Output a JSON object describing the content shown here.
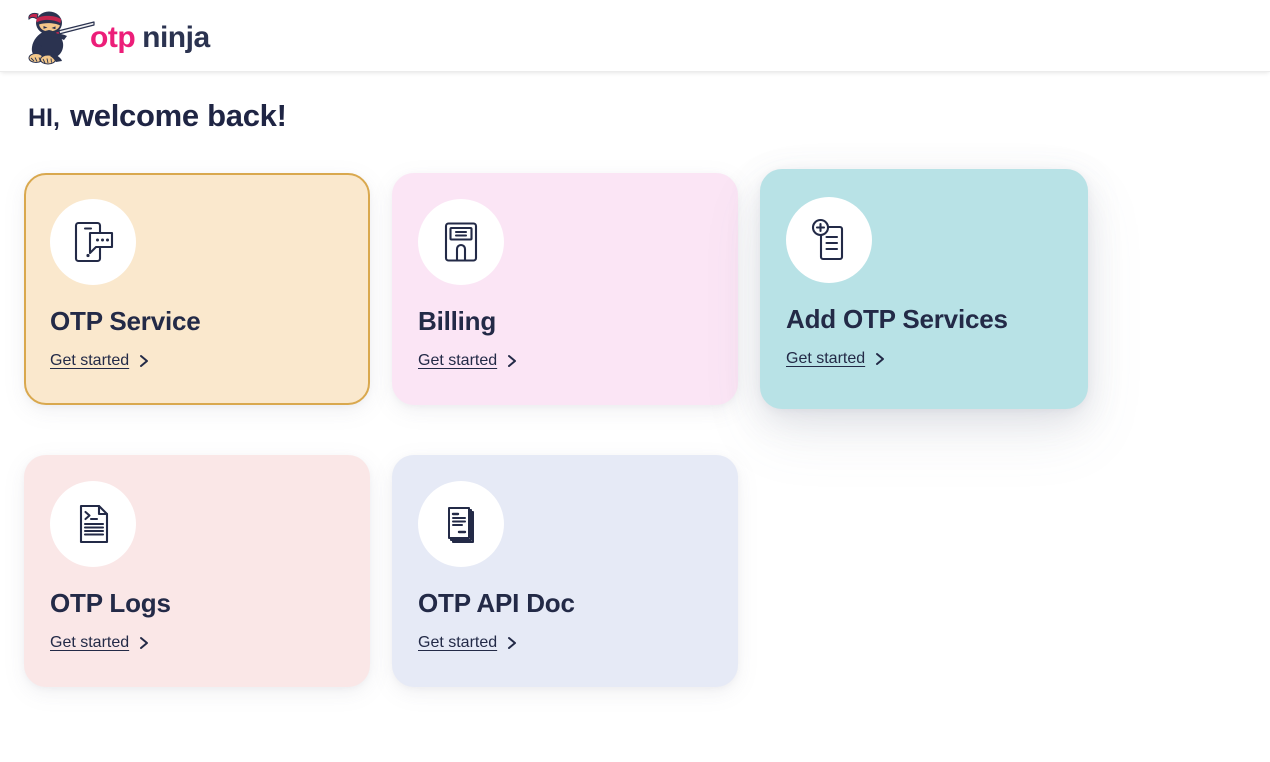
{
  "header": {
    "logo_icon": "ninja-logo-icon",
    "brand_primary": "otp",
    "brand_secondary": "ninja",
    "brand_primary_color": "#ec1e79",
    "brand_secondary_color": "#2b3350"
  },
  "greeting": {
    "salutation": "HI,",
    "message": "welcome back!"
  },
  "cards": [
    {
      "title": "OTP Service",
      "cta": "Get started",
      "icon": "phone-chat-icon",
      "bg": "#fae8cd",
      "selected": true,
      "raised": false,
      "border_color": "#d9a84e"
    },
    {
      "title": "Billing",
      "cta": "Get started",
      "icon": "bank-building-icon",
      "bg": "#fbe5f5",
      "selected": false,
      "raised": false
    },
    {
      "title": "Add OTP Services",
      "cta": "Get started",
      "icon": "document-add-icon",
      "bg": "#b8e2e6",
      "selected": false,
      "raised": true
    },
    {
      "title": "OTP Logs",
      "cta": "Get started",
      "icon": "terminal-document-icon",
      "bg": "#fae7e7",
      "selected": false,
      "raised": false
    },
    {
      "title": "OTP API Doc",
      "cta": "Get started",
      "icon": "stacked-documents-icon",
      "bg": "#e6eaf6",
      "selected": false,
      "raised": false
    }
  ],
  "icons": {
    "chevron_right": "chevron-right-icon"
  },
  "theme": {
    "page_bg": "#ffffff",
    "text_dark": "#232a47"
  }
}
